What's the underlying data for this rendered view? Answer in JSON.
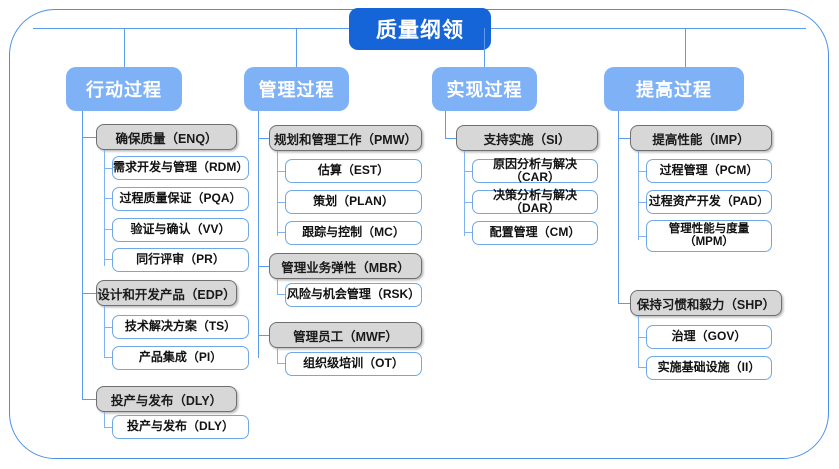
{
  "diagram": {
    "root": {
      "label": "质量纲领"
    },
    "colors": {
      "root_fill": "#1565d8",
      "column_head_fill": "#7eb1f5",
      "group_fill": "#d7d7d7",
      "group_border": "#6f6f6f",
      "leaf_border": "#6fa8e8",
      "connector": "#5b9bee",
      "frame_border": "#4a90e8"
    },
    "columns": [
      {
        "label": "行动过程",
        "groups": [
          {
            "label": "确保质量（ENQ）",
            "items": [
              {
                "label": "需求开发与管理（RDM）"
              },
              {
                "label": "过程质量保证（PQA）"
              },
              {
                "label": "验证与确认（VV）"
              },
              {
                "label": "同行评审（PR）"
              }
            ]
          },
          {
            "label": "设计和开发产品（EDP）",
            "items": [
              {
                "label": "技术解决方案（TS）"
              },
              {
                "label": "产品集成（PI）"
              }
            ]
          },
          {
            "label": "投产与发布（DLY）",
            "items": [
              {
                "label": "投产与发布（DLY）"
              }
            ]
          }
        ]
      },
      {
        "label": "管理过程",
        "groups": [
          {
            "label": "规划和管理工作（PMW）",
            "items": [
              {
                "label": "估算（EST）"
              },
              {
                "label": "策划（PLAN）"
              },
              {
                "label": "跟踪与控制（MC）"
              }
            ]
          },
          {
            "label": "管理业务弹性（MBR）",
            "items": [
              {
                "label": "风险与机会管理（RSK）"
              }
            ]
          },
          {
            "label": "管理员工（MWF）",
            "items": [
              {
                "label": "组织级培训（OT）"
              }
            ]
          }
        ]
      },
      {
        "label": "实现过程",
        "groups": [
          {
            "label": "支持实施（SI）",
            "items": [
              {
                "label": "原因分析与解决（CAR）"
              },
              {
                "label": "决策分析与解决（DAR）"
              },
              {
                "label": "配置管理（CM）"
              }
            ]
          }
        ]
      },
      {
        "label": "提高过程",
        "groups": [
          {
            "label": "提高性能（IMP）",
            "items": [
              {
                "label": "过程管理（PCM）"
              },
              {
                "label": "过程资产开发（PAD）"
              },
              {
                "label": "管理性能与度量\n（MPM）"
              }
            ]
          },
          {
            "label": "保持习惯和毅力（SHP）",
            "items": [
              {
                "label": "治理（GOV）"
              },
              {
                "label": "实施基础设施（II）"
              }
            ]
          }
        ]
      }
    ]
  }
}
